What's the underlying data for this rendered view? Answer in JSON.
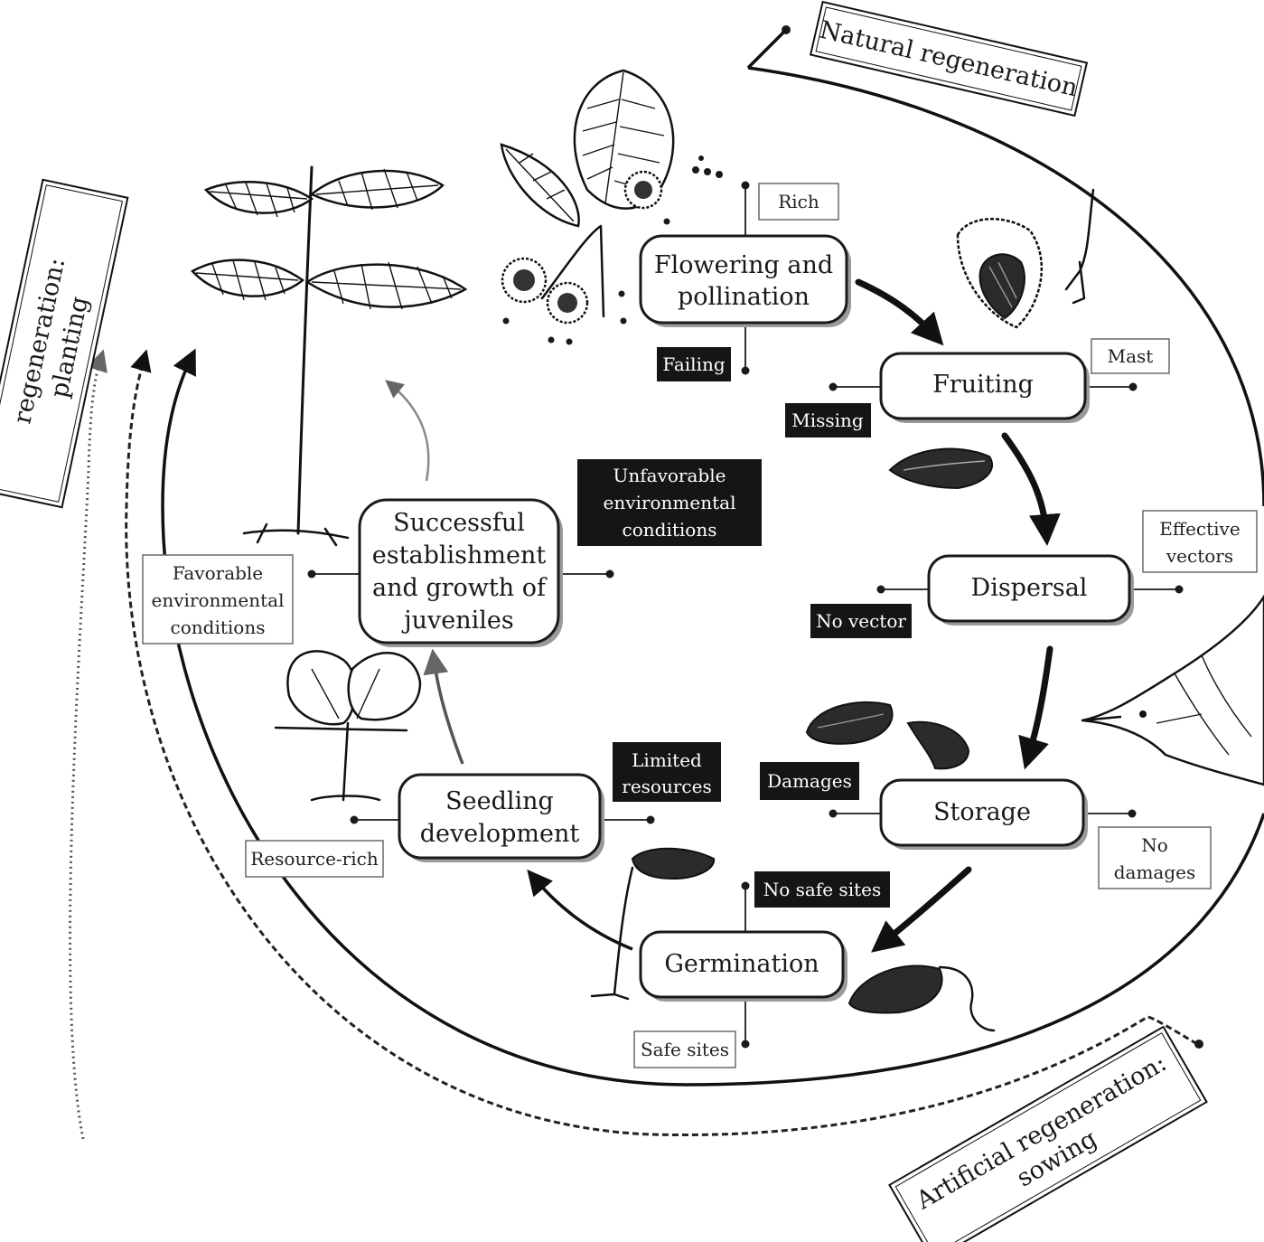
{
  "stages": {
    "flowering": [
      "Flowering and",
      "pollination"
    ],
    "fruiting": [
      "Fruiting"
    ],
    "dispersal": [
      "Dispersal"
    ],
    "storage": [
      "Storage"
    ],
    "germination": [
      "Germination"
    ],
    "seedling": [
      "Seedling",
      "development"
    ],
    "establishment": [
      "Successful",
      "establishment",
      "and growth of",
      "juveniles"
    ]
  },
  "factors": {
    "rich": [
      "Rich"
    ],
    "failing": [
      "Failing"
    ],
    "mast": [
      "Mast"
    ],
    "missing": [
      "Missing"
    ],
    "effective_vectors": [
      "Effective",
      "vectors"
    ],
    "no_vector": [
      "No vector"
    ],
    "damages": [
      "Damages"
    ],
    "no_damages": [
      "No",
      "damages"
    ],
    "no_safe_sites": [
      "No safe sites"
    ],
    "safe_sites": [
      "Safe sites"
    ],
    "limited_resources": [
      "Limited",
      "resources"
    ],
    "resource_rich": [
      "Resource-rich"
    ],
    "unfavorable": [
      "Unfavorable",
      "environmental",
      "conditions"
    ],
    "favorable": [
      "Favorable",
      "environmental",
      "conditions"
    ]
  },
  "banners": {
    "natural": "Natural regeneration",
    "sowing": [
      "Artificial regeneration:",
      "sowing"
    ],
    "planting": [
      "regeneration:",
      "planting"
    ]
  },
  "icons": [
    "beech-flower-branch-icon",
    "beech-nut-cupule-icon",
    "beech-seed-icon",
    "nuthatch-bird-icon",
    "seedling-cotyledon-icon",
    "germinating-seed-icon",
    "juvenile-beech-tree-icon"
  ]
}
